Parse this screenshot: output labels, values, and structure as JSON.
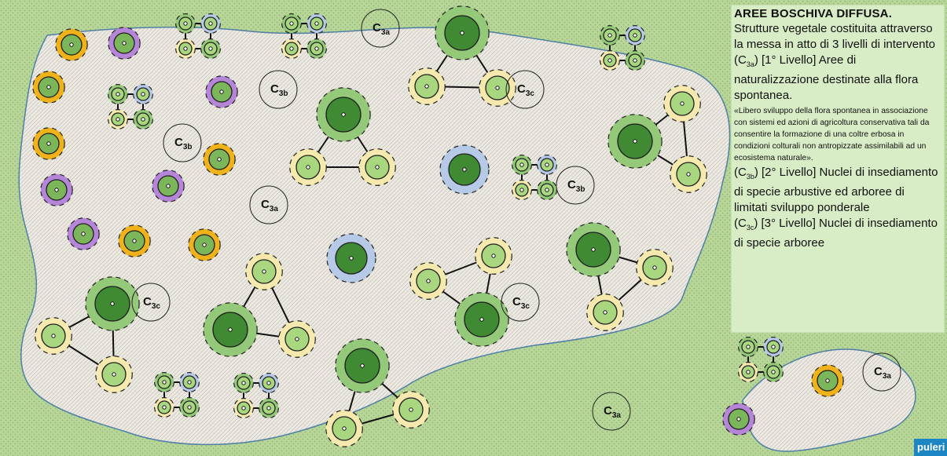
{
  "legend": {
    "title": "AREE BOSCHIVA DIFFUSA.",
    "intro": "Strutture vegetale costituita attraverso la messa in atto di 3 livelli di intervento",
    "c3a_code": "(C",
    "c3a_sub": "3a",
    "c3a_text": ") [1° Livello] Aree di naturalizzazione destinate alla flora spontanea.",
    "quote": "«Libero sviluppo della flora spontanea in associazione con sistemi ed azioni di agricoltura conservativa tali da consentire la formazione di una coltre erbosa in condizioni colturali non antropizzate assimilabili ad un ecosistema naturale».",
    "c3b_code": "(C",
    "c3b_sub": "3b",
    "c3b_text": ") [2° Livello] Nuclei di insediamento di specie arbustive ed arboree di limitati sviluppo ponderale",
    "c3c_code": "(C",
    "c3c_sub": "3c",
    "c3c_text": ") [3° Livello] Nuclei di insediamento di specie arboree"
  },
  "logo_text": "puleri",
  "labels": {
    "letter": "C",
    "a": "3a",
    "b": "3b",
    "c": "3c"
  },
  "colors": {
    "meadow": "#b9d69a",
    "meadow_dot": "#8fb86e",
    "clearing": "#e9e6de",
    "clearing_border": "#4f7fa4",
    "tree_dark": "#3f8a32",
    "tree_mid": "#7cb65a",
    "tree_light": "#a9d77f",
    "halo_green": "#95c97a",
    "halo_yellow": "#f5e9ae",
    "halo_blue": "#b6c9e6",
    "orange": "#f0b21a",
    "purple": "#b585d7",
    "logo_blue": "#1c86c4"
  }
}
